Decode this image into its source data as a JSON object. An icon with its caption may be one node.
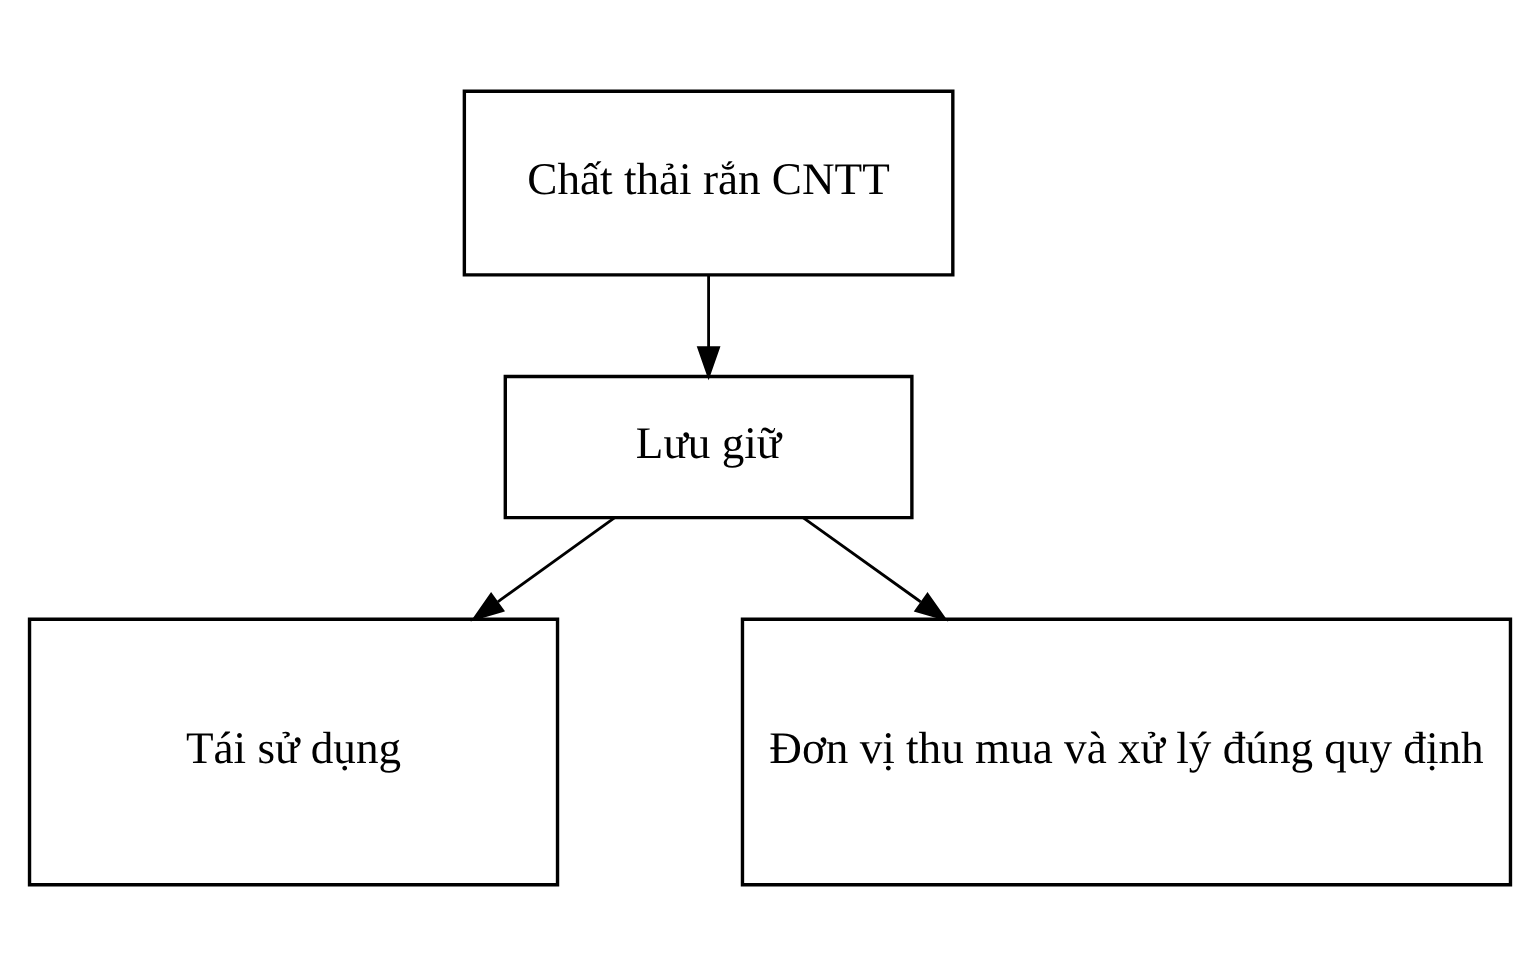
{
  "diagram": {
    "nodes": [
      {
        "text": [
          "Chất thải rắn CNTT"
        ]
      },
      {
        "text": [
          "Lưu giữ"
        ]
      },
      {
        "text": [
          "Tái sử dụng"
        ]
      },
      {
        "text": [
          "Đơn vị thu mua và xử lý đúng quy định"
        ]
      }
    ],
    "edges": [
      {
        "from": 0,
        "to": 1,
        "arrow": "to"
      },
      {
        "from": 1,
        "to": 2,
        "arrow": "to"
      },
      {
        "from": 1,
        "to": 3,
        "arrow": "to"
      }
    ]
  }
}
